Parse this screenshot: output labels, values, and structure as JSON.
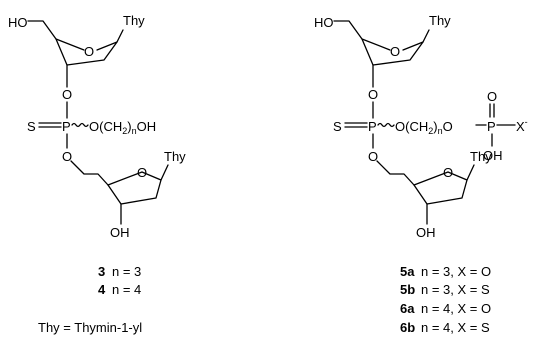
{
  "groups": {
    "hydroxyl": "HO",
    "hydroxyl_lower": "OH",
    "ring_oxygen": "O",
    "phosphate_oxygen": "O",
    "base": "Thy",
    "sulfur": "S",
    "phosphorus": "P",
    "linker_open": "O(CH",
    "linker_sub": "2",
    "linker_close": ")",
    "linker_n": "n",
    "terminal_oh": "OH",
    "linker_close_o": "O",
    "x_group": "X",
    "x_charge": "-"
  },
  "left_compounds": [
    {
      "id": "3",
      "desc": "n = 3"
    },
    {
      "id": "4",
      "desc": "n = 4"
    }
  ],
  "right_compounds": [
    {
      "id": "5a",
      "desc": "n = 3,  X = O"
    },
    {
      "id": "5b",
      "desc": "n = 3,  X = S"
    },
    {
      "id": "6a",
      "desc": "n = 4,  X = O"
    },
    {
      "id": "6b",
      "desc": "n = 4,  X = S"
    }
  ],
  "footnote": "Thy = Thymin-1-yl"
}
